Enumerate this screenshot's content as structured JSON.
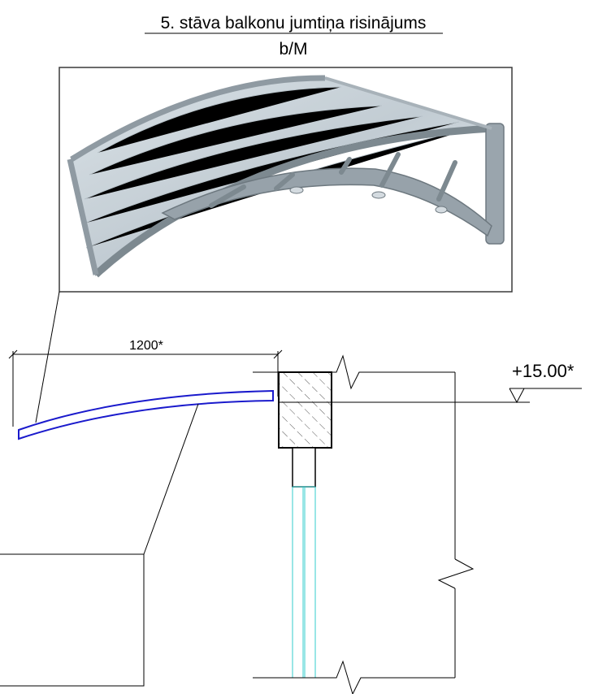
{
  "drawing": {
    "title": "5. stāva balkonu jumtiņa risinājums",
    "subtitle": "b/M",
    "dimension_label": "1200*",
    "elevation_label": "+15.00*"
  },
  "colors": {
    "line": "#000000",
    "canopy": "#1a1acc",
    "glass": "#33cccc",
    "hatch": "#555555",
    "photo_frame": "#3a3a3a",
    "canopy_frame": "#8f9aa2",
    "canopy_panel": "#c9d3da"
  }
}
